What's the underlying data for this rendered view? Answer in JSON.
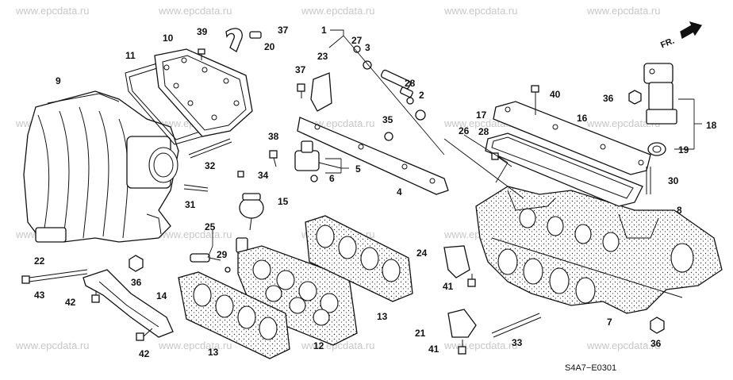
{
  "watermark": "www.epcdata.ru",
  "diagram_code": "S4A7−E0301",
  "direction_label": "FR.",
  "callouts": [
    "1",
    "2",
    "3",
    "4",
    "5",
    "6",
    "7",
    "8",
    "9",
    "10",
    "11",
    "12",
    "13",
    "13",
    "14",
    "15",
    "16",
    "17",
    "18",
    "19",
    "20",
    "21",
    "22",
    "23",
    "24",
    "25",
    "26",
    "27",
    "28",
    "28",
    "29",
    "30",
    "31",
    "32",
    "33",
    "34",
    "35",
    "36",
    "36",
    "36",
    "37",
    "37",
    "38",
    "39",
    "40",
    "41",
    "41",
    "42",
    "42",
    "43"
  ]
}
